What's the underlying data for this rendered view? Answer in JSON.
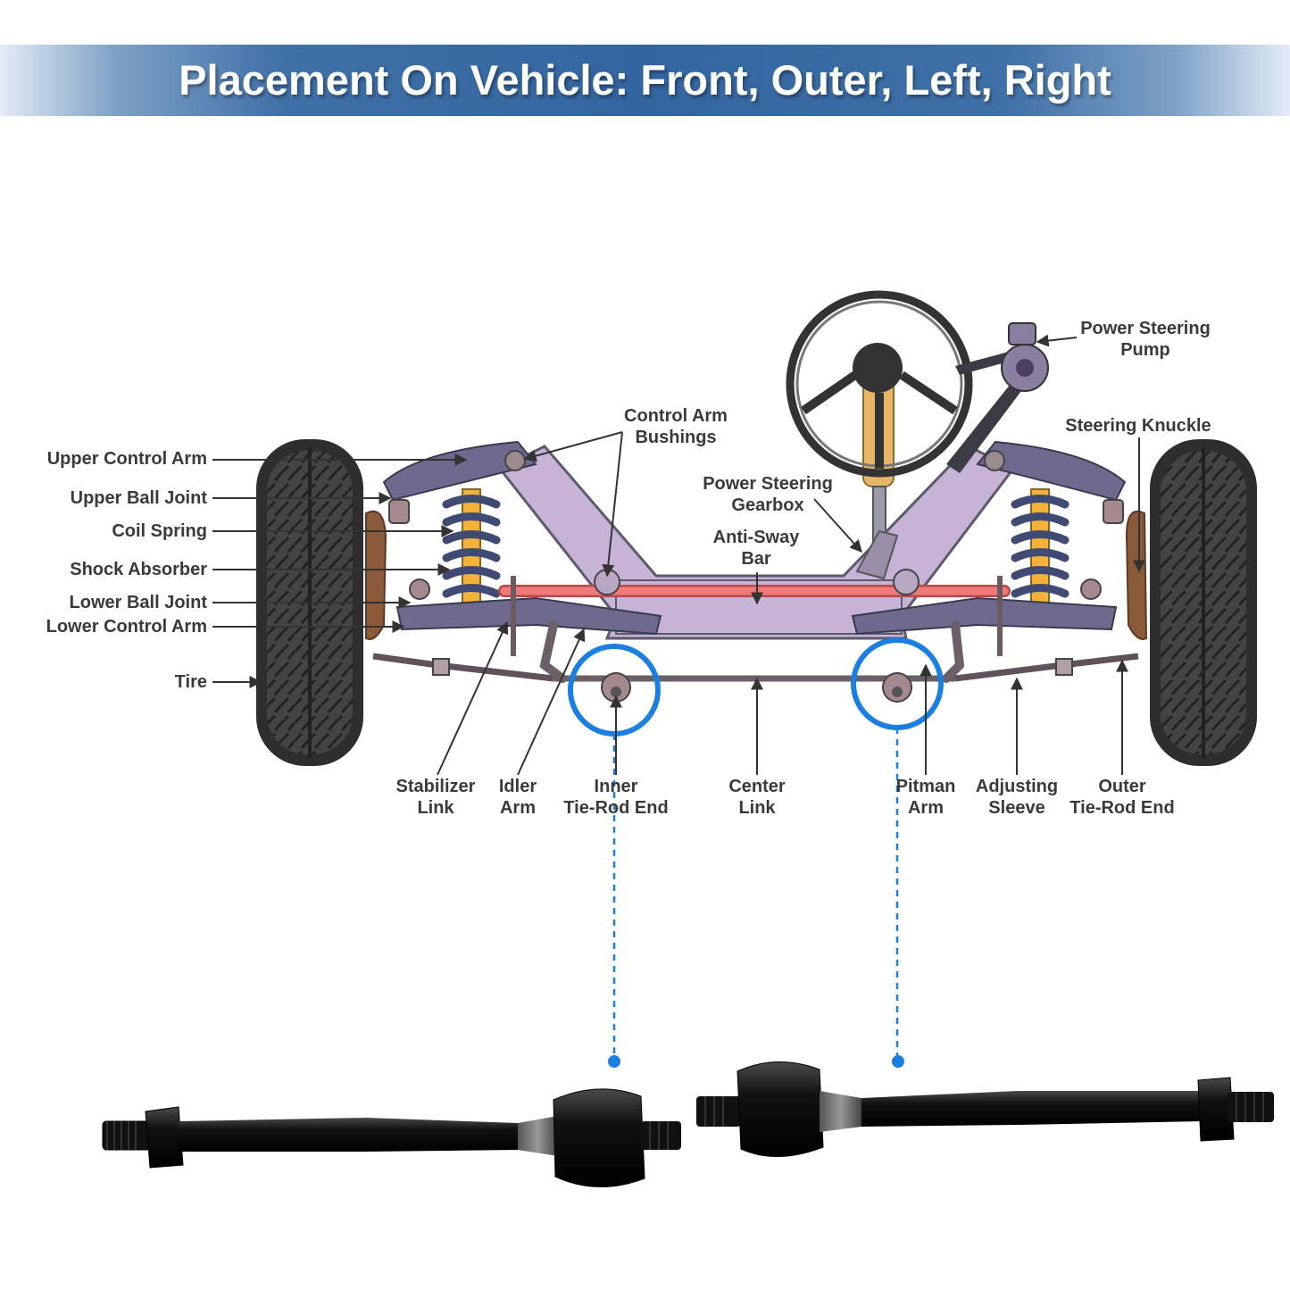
{
  "banner": {
    "title": "Placement On Vehicle: Front, Outer, Left, Right",
    "color": "#33659f"
  },
  "labels": {
    "upper_control_arm": "Upper Control Arm",
    "upper_ball_joint": "Upper Ball Joint",
    "coil_spring": "Coil Spring",
    "shock_absorber": "Shock Absorber",
    "lower_ball_joint": "Lower Ball Joint",
    "lower_control_arm": "Lower Control Arm",
    "tire": "Tire",
    "control_arm_bushings_1": "Control Arm",
    "control_arm_bushings_2": "Bushings",
    "power_steering_gearbox_1": "Power Steering",
    "power_steering_gearbox_2": "Gearbox",
    "anti_sway_bar_1": "Anti-Sway",
    "anti_sway_bar_2": "Bar",
    "power_steering_pump_1": "Power Steering",
    "power_steering_pump_2": "Pump",
    "steering_knuckle": "Steering Knuckle",
    "stabilizer_link_1": "Stabilizer",
    "stabilizer_link_2": "Link",
    "idler_arm_1": "Idler",
    "idler_arm_2": "Arm",
    "inner_tie_rod_end_1": "Inner",
    "inner_tie_rod_end_2": "Tie-Rod End",
    "center_link_1": "Center",
    "center_link_2": "Link",
    "pitman_arm_1": "Pitman",
    "pitman_arm_2": "Arm",
    "adjusting_sleeve_1": "Adjusting",
    "adjusting_sleeve_2": "Sleeve",
    "outer_tie_rod_end_1": "Outer",
    "outer_tie_rod_end_2": "Tie-Rod End"
  },
  "colors": {
    "highlight": "#1a7fe0",
    "frame": "#c6b3d6",
    "sway_bar": "#f07a78",
    "spring": "#3f4b73",
    "shock": "#f2b23b",
    "tire": "#3a3a3a",
    "knuckle": "#8a5a3b",
    "tie_rod": "#1b1b1b"
  }
}
